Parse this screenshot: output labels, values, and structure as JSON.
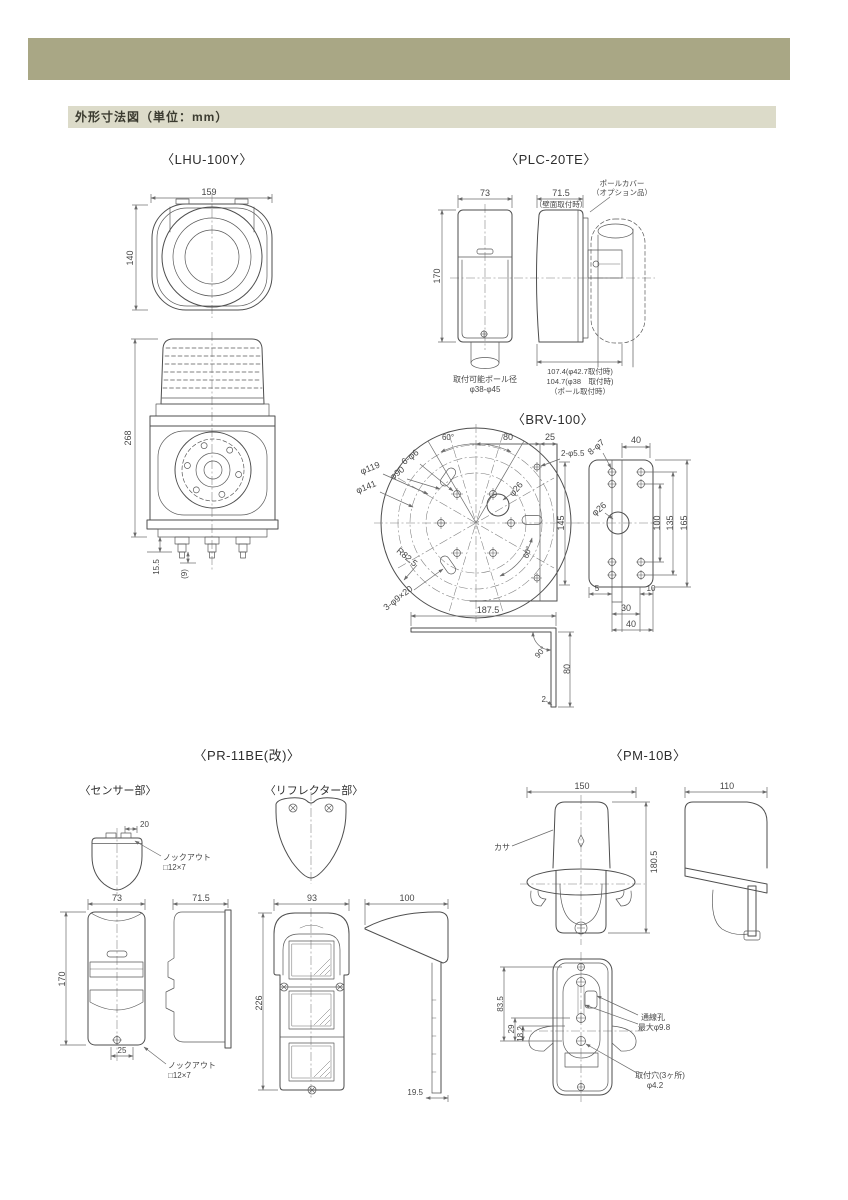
{
  "theme": {
    "banner": "#a9a785",
    "header_bg": "#dcdbc9",
    "header_text": "#3b3b30",
    "line": "#4e4e4e"
  },
  "header": {
    "section_title": "外形寸法図（単位：mm）"
  },
  "drawings": {
    "lhu": {
      "title": "〈LHU-100Y〉",
      "w": "159",
      "h": "140",
      "total": "268",
      "lead": "15.5",
      "lead2": "(9)"
    },
    "plc": {
      "title": "〈PLC-20TE〉",
      "w": "73",
      "d": "71.5",
      "wall": "（壁面取付時）",
      "h": "170",
      "cover1": "ポールカバー",
      "cover2": "（オプション品）",
      "pole1": "取付可能ポール径",
      "pole2": "φ38-φ45",
      "m1": "107.4(φ42.7取付時)",
      "m2": "104.7(φ38　取付時)",
      "m3": "（ポール取付時）"
    },
    "brv": {
      "title": "〈BRV-100〉",
      "deg60": "60°",
      "d80": "80",
      "d25": "25",
      "holes6": "6-φ6",
      "dia90": "φ90",
      "dia119": "φ119",
      "dia141": "φ141",
      "holes2": "2-φ5.5",
      "dia26": "φ26",
      "d145": "145",
      "r825": "R82.5",
      "deg60b": "60°",
      "slots": "3-φ9×20",
      "d1875": "187.5",
      "deg90": "90°",
      "d80b": "80",
      "d2": "2",
      "holes8": "8-φ7",
      "dia26b": "φ26",
      "d40t": "40",
      "d100": "100",
      "d135": "135",
      "d165": "165",
      "d5": "5",
      "d10": "10",
      "d30": "30",
      "d40b": "40"
    },
    "pr": {
      "title": "〈PR-11BE(改)〉",
      "sensor": "〈センサー部〉",
      "reflector": "〈リフレクター部〉",
      "d20": "20",
      "knock1": "ノックアウト",
      "knock2": "□12×7",
      "d73": "73",
      "d715": "71.5",
      "d170": "170",
      "d25": "25",
      "knock3": "ノックアウト",
      "knock4": "□12×7",
      "d93": "93",
      "d100": "100",
      "d226": "226",
      "d195": "19.5"
    },
    "pm": {
      "title": "〈PM-10B〉",
      "d150": "150",
      "d110": "110",
      "d1805": "180.5",
      "kasa": "カサ",
      "d835": "83.5",
      "d29": "29",
      "d182": "18.2",
      "wire1": "通線孔",
      "wire2": "最大φ9.8",
      "hole1": "取付穴(3ヶ所)",
      "hole2": "φ4.2"
    }
  }
}
